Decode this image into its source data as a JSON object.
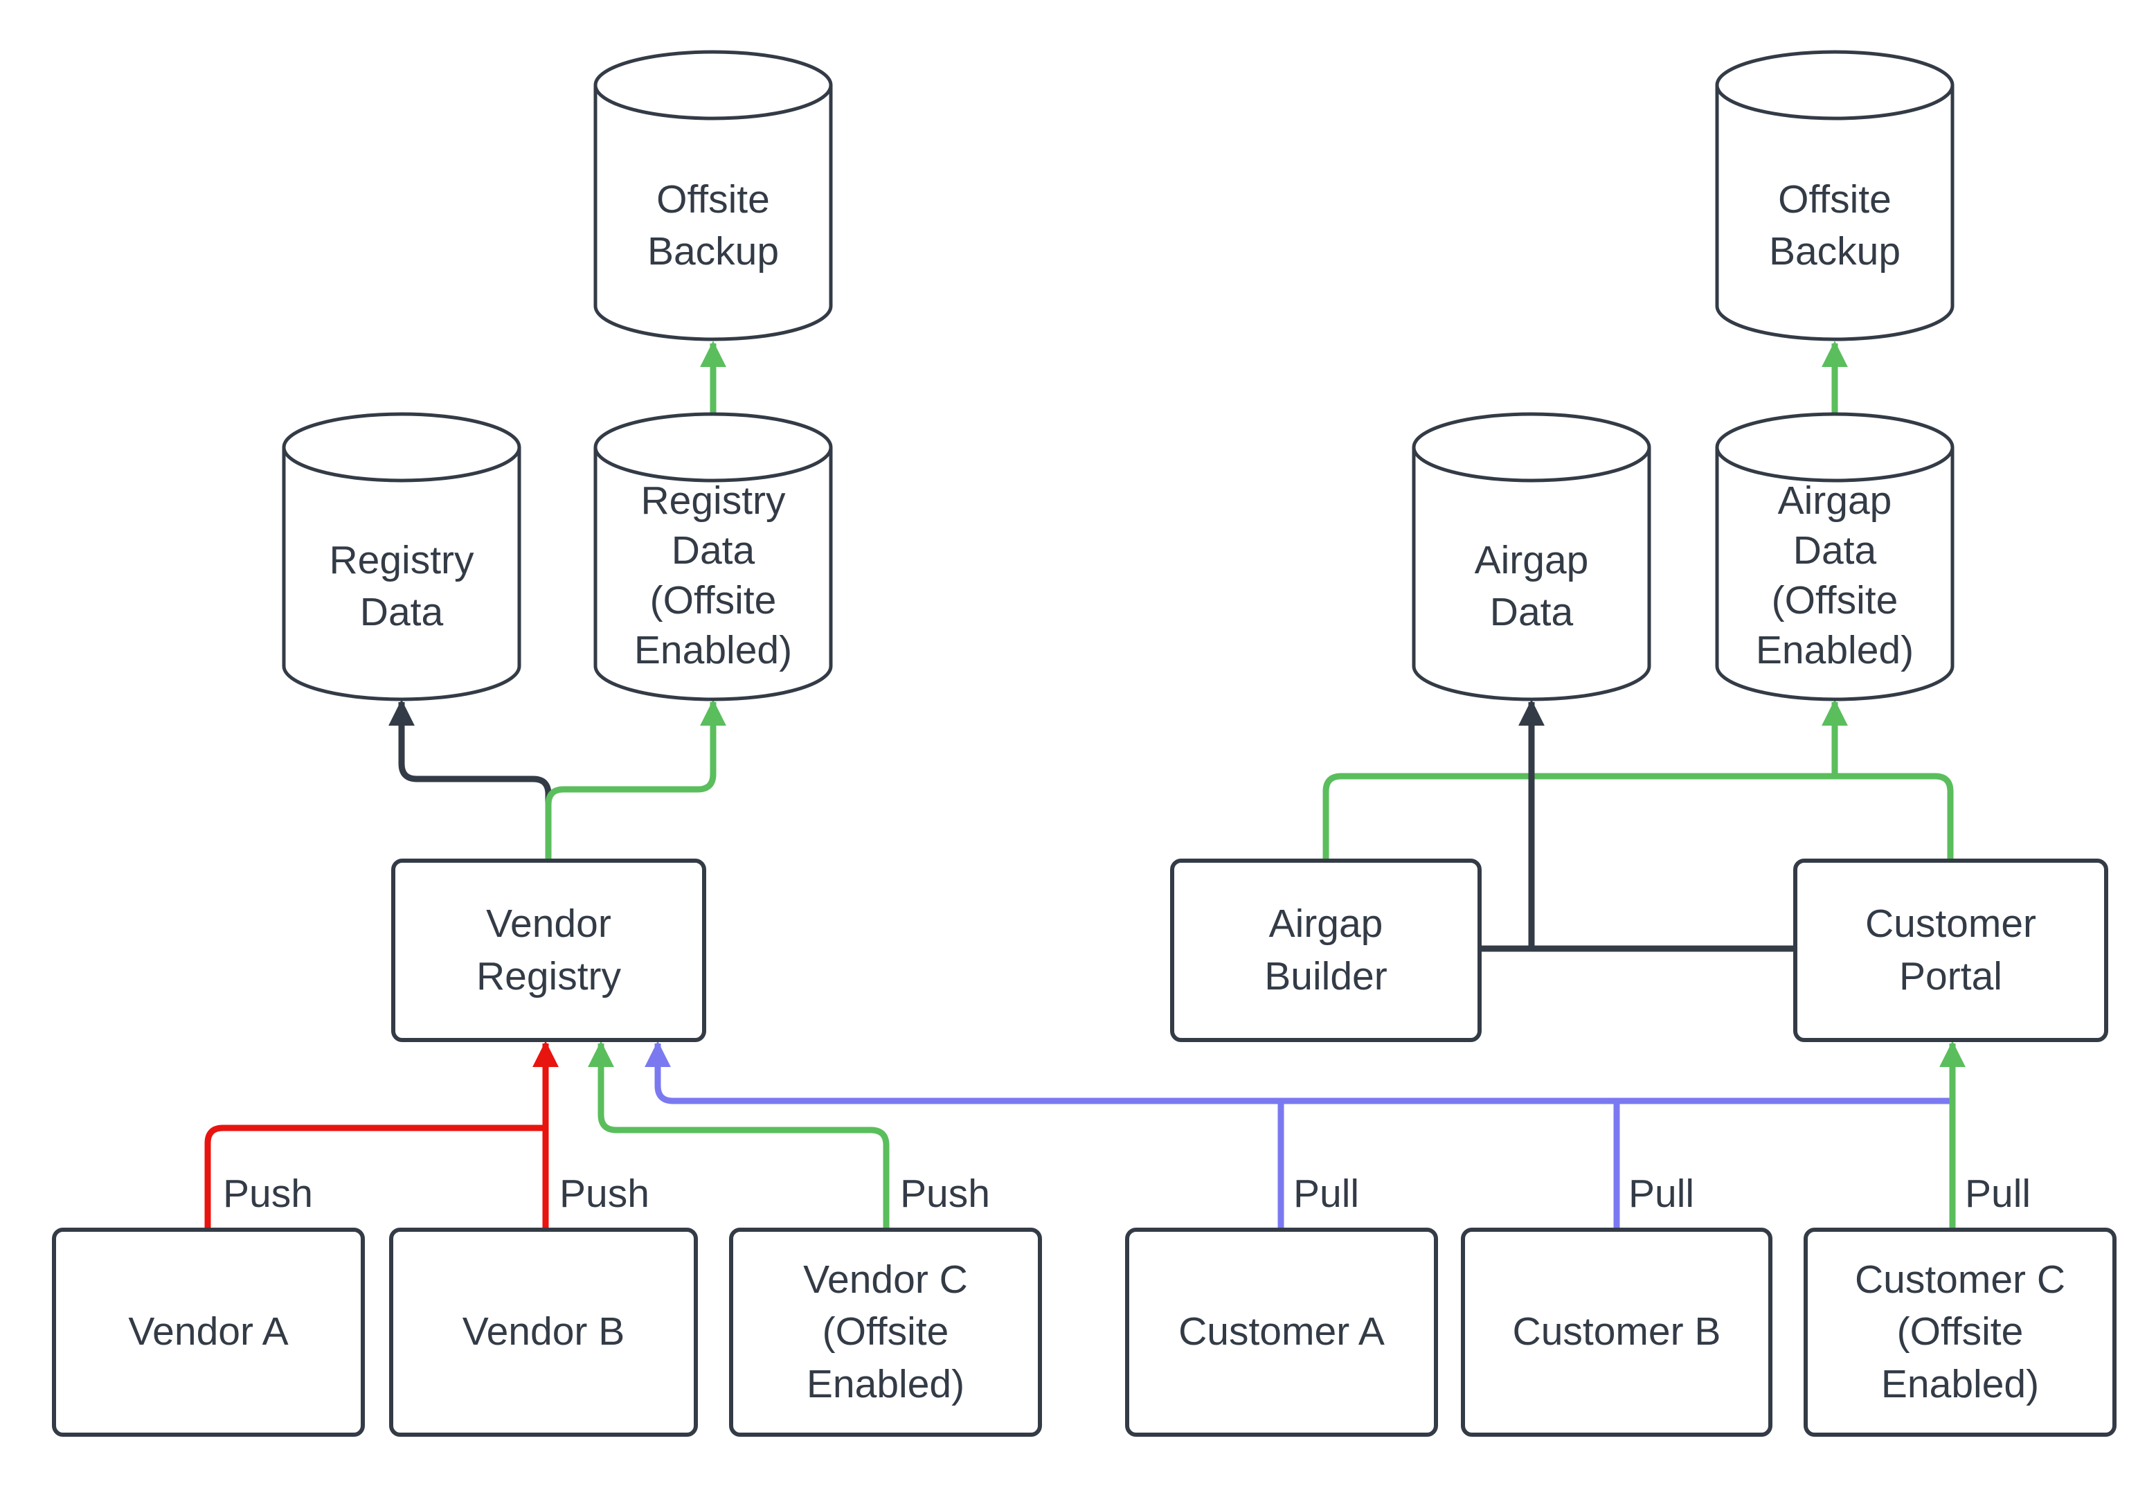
{
  "colors": {
    "bg": "#ffffff",
    "ink": "#333b46",
    "red": "#e8140f",
    "green": "#5abe5c",
    "blue": "#7b79f0"
  },
  "diagram": {
    "boxes": {
      "vendor_registry": "Vendor\nRegistry",
      "airgap_builder": "Airgap\nBuilder",
      "customer_portal": "Customer\nPortal",
      "vendor_a": "Vendor A",
      "vendor_b": "Vendor B",
      "vendor_c": "Vendor C\n(Offsite\nEnabled)",
      "customer_a": "Customer A",
      "customer_b": "Customer B",
      "customer_c": "Customer C\n(Offsite\nEnabled)"
    },
    "cylinders": {
      "offsite_backup_left": "Offsite\nBackup",
      "offsite_backup_right": "Offsite\nBackup",
      "registry_data": "Registry\nData",
      "registry_data_offsite": "Registry\nData\n(Offsite\nEnabled)",
      "airgap_data": "Airgap\nData",
      "airgap_data_offsite": "Airgap\nData\n(Offsite\nEnabled)"
    },
    "edge_labels": {
      "vendor_a_push": "Push",
      "vendor_b_push": "Push",
      "vendor_c_push": "Push",
      "customer_a_pull": "Pull",
      "customer_b_pull": "Pull",
      "customer_c_pull": "Pull"
    }
  }
}
